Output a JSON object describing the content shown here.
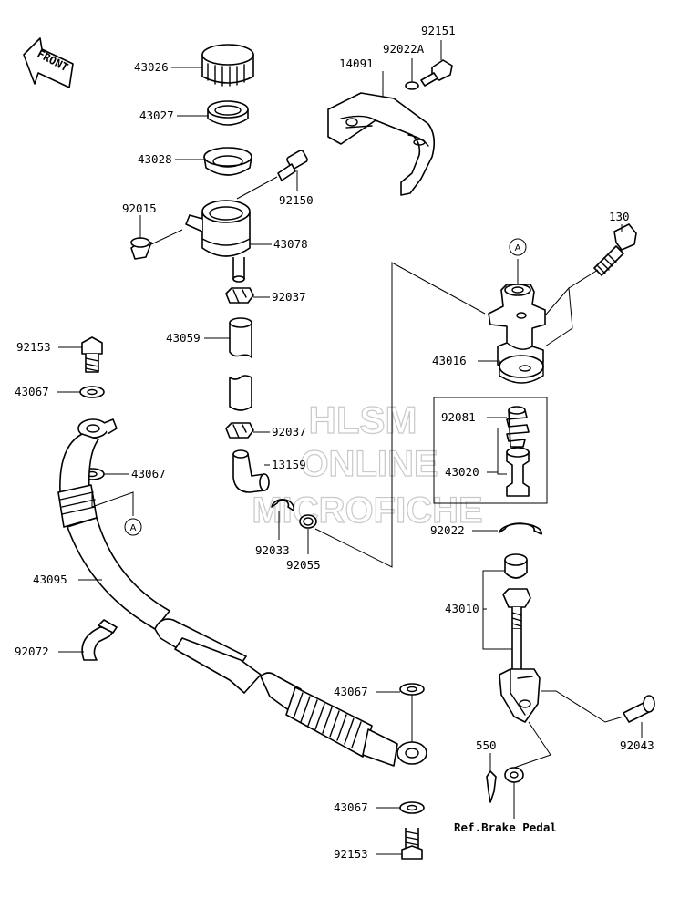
{
  "front_badge": "FRONT",
  "watermark": [
    "HLSM",
    "ONLINE",
    "MICROFICHE"
  ],
  "ref_marker": "A",
  "parts": {
    "p43026": "43026",
    "p43027": "43027",
    "p43028": "43028",
    "p92015": "92015",
    "p92150": "92150",
    "p43078": "43078",
    "p92037a": "92037",
    "p43059": "43059",
    "p92037b": "92037",
    "p13159": "13159",
    "p92033": "92033",
    "p92055": "92055",
    "p92153a": "92153",
    "p43067a": "43067",
    "p43067b": "43067",
    "p43095": "43095",
    "p92072": "92072",
    "p43067c": "43067",
    "p43067d": "43067",
    "p92153b": "92153",
    "p14091": "14091",
    "p92022A": "92022A",
    "p92151": "92151",
    "p130": "130",
    "p43016": "43016",
    "p92081": "92081",
    "p43020": "43020",
    "p92022": "92022",
    "p43010": "43010",
    "p92043": "92043",
    "p550": "550"
  },
  "ref_brake_pedal": "Ref.Brake Pedal"
}
